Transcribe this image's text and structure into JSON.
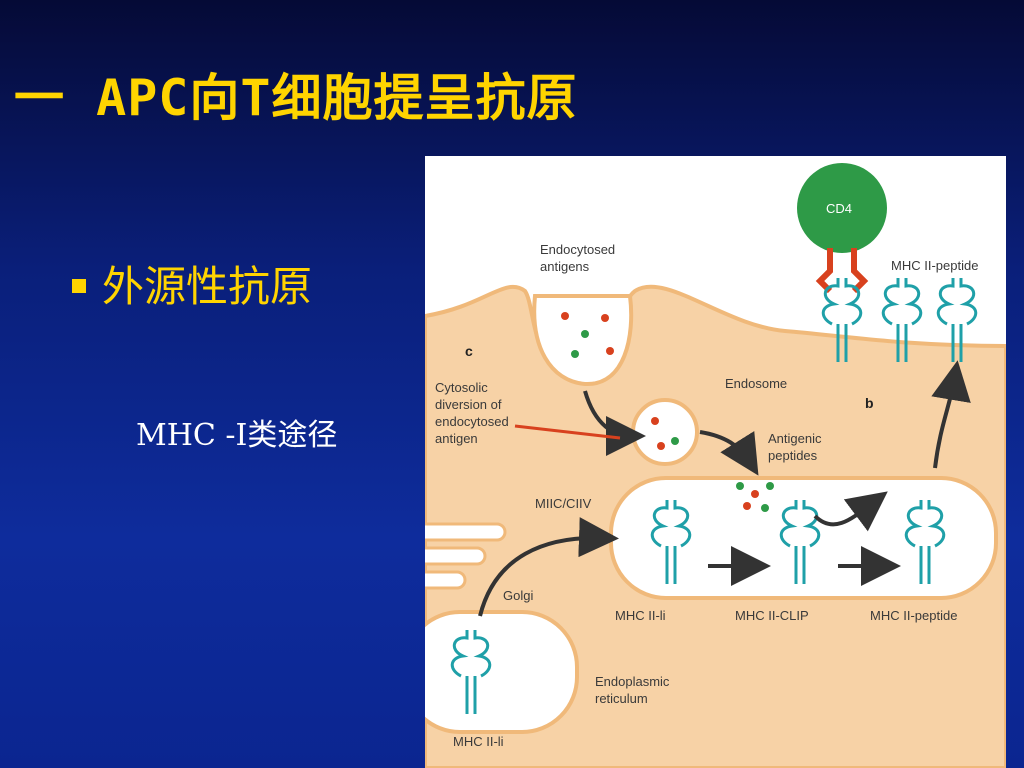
{
  "slide": {
    "title": "一 APC向T细胞提呈抗原",
    "bullet": "外源性抗原",
    "subtext": "MHC -I类途径"
  },
  "figure": {
    "letters": {
      "b": "b",
      "c": "c"
    },
    "labels": {
      "endocytosed_1": "Endocytosed",
      "endocytosed_2": "antigens",
      "cd4": "CD4",
      "mhc_peptide_top": "MHC II-peptide",
      "endosome": "Endosome",
      "cytosolic_1": "Cytosolic",
      "cytosolic_2": "diversion of",
      "cytosolic_3": "endocytosed",
      "cytosolic_4": "antigen",
      "antigenic_1": "Antigenic",
      "antigenic_2": "peptides",
      "miic": "MIIC/CIIV",
      "golgi": "Golgi",
      "mhc_ii_li": "MHC II-li",
      "mhc_ii_clip": "MHC II-CLIP",
      "mhc_ii_peptide": "MHC II-peptide",
      "er_1": "Endoplasmic",
      "er_2": "reticulum",
      "mhc_ii_li_bottom": "MHC II-li"
    },
    "colors": {
      "cell": "#f7d2a6",
      "membrane": "#f2c48c",
      "cd4": "#2e9a47",
      "mhc": "#1fa0a8",
      "peptide": "#d8411e",
      "arrow": "#333333"
    }
  }
}
